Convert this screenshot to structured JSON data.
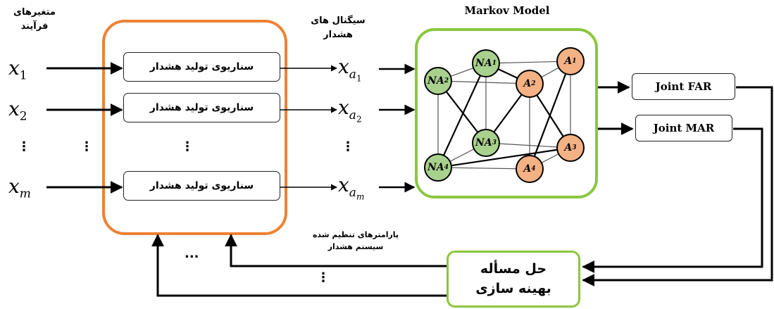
{
  "labels": {
    "process_vars_line1": "متغیرهای",
    "process_vars_line2": "فرآیند",
    "alarm_signals_line1": "سیگنال های",
    "alarm_signals_line2": "هشدار",
    "markov_title": "Markov Model",
    "tuned_params_line1": "پارامترهای تنظیم شده",
    "tuned_params_line2": "سیستم هشدار"
  },
  "inputs": [
    {
      "base": "x",
      "sub": "1"
    },
    {
      "base": "x",
      "sub": "2"
    },
    {
      "base": "x",
      "sub": "m"
    }
  ],
  "outputs": [
    {
      "base": "x",
      "sub": "a",
      "subsub": "1"
    },
    {
      "base": "x",
      "sub": "a",
      "subsub": "2"
    },
    {
      "base": "x",
      "sub": "a",
      "subsub": "m"
    }
  ],
  "scenario_label": "سناریوی تولید هشدار",
  "joint_far": "Joint FAR",
  "joint_mar": "Joint MAR",
  "optimization": {
    "line1": "حل مسأله",
    "line2": "بهینه سازی"
  },
  "markov_nodes": [
    {
      "id": "NA1",
      "base": "NA",
      "sub": "1",
      "type": "normal"
    },
    {
      "id": "NA2",
      "base": "NA",
      "sub": "2",
      "type": "normal"
    },
    {
      "id": "NA3",
      "base": "NA",
      "sub": "3",
      "type": "normal"
    },
    {
      "id": "NA4",
      "base": "NA",
      "sub": "4",
      "type": "normal"
    },
    {
      "id": "A1",
      "base": "A",
      "sub": "1",
      "type": "alarm"
    },
    {
      "id": "A2",
      "base": "A",
      "sub": "2",
      "type": "alarm"
    },
    {
      "id": "A3",
      "base": "A",
      "sub": "3",
      "type": "alarm"
    },
    {
      "id": "A4",
      "base": "A",
      "sub": "4",
      "type": "alarm"
    }
  ],
  "colors": {
    "orange": "#ee8234",
    "green": "#8cc63f",
    "normal_node": "#a9d18e",
    "alarm_node": "#f4b183"
  },
  "ellipsis_vertical": "⋮",
  "ellipsis_horizontal": "..."
}
